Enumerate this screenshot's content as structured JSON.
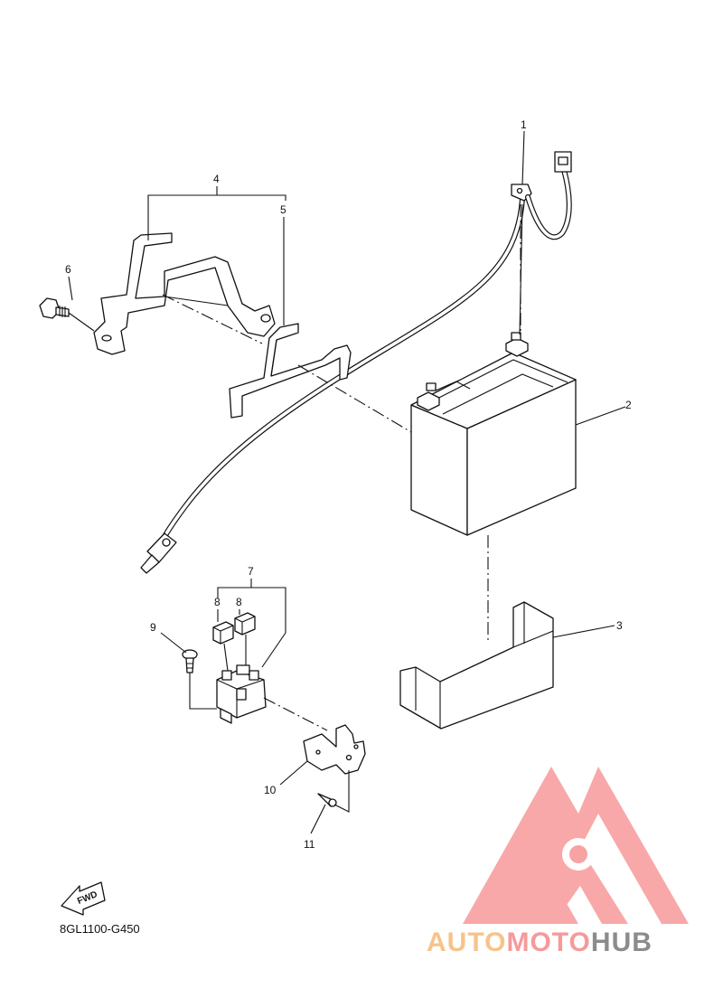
{
  "diagram_code": "8GL1100-G450",
  "fwd_label": "FWD",
  "callouts": {
    "p1": "1",
    "p2": "2",
    "p3": "3",
    "p4": "4",
    "p5": "5",
    "p6": "6",
    "p7": "7",
    "p8a": "8",
    "p8b": "8",
    "p9": "9",
    "p10": "10",
    "p11": "11"
  },
  "watermark": {
    "part1": "AUTO",
    "part2": "MOTO",
    "part3": "HUB",
    "color_orange": "#f7c38a",
    "color_red": "#f59a9a",
    "color_gray": "#8c8c8c"
  }
}
